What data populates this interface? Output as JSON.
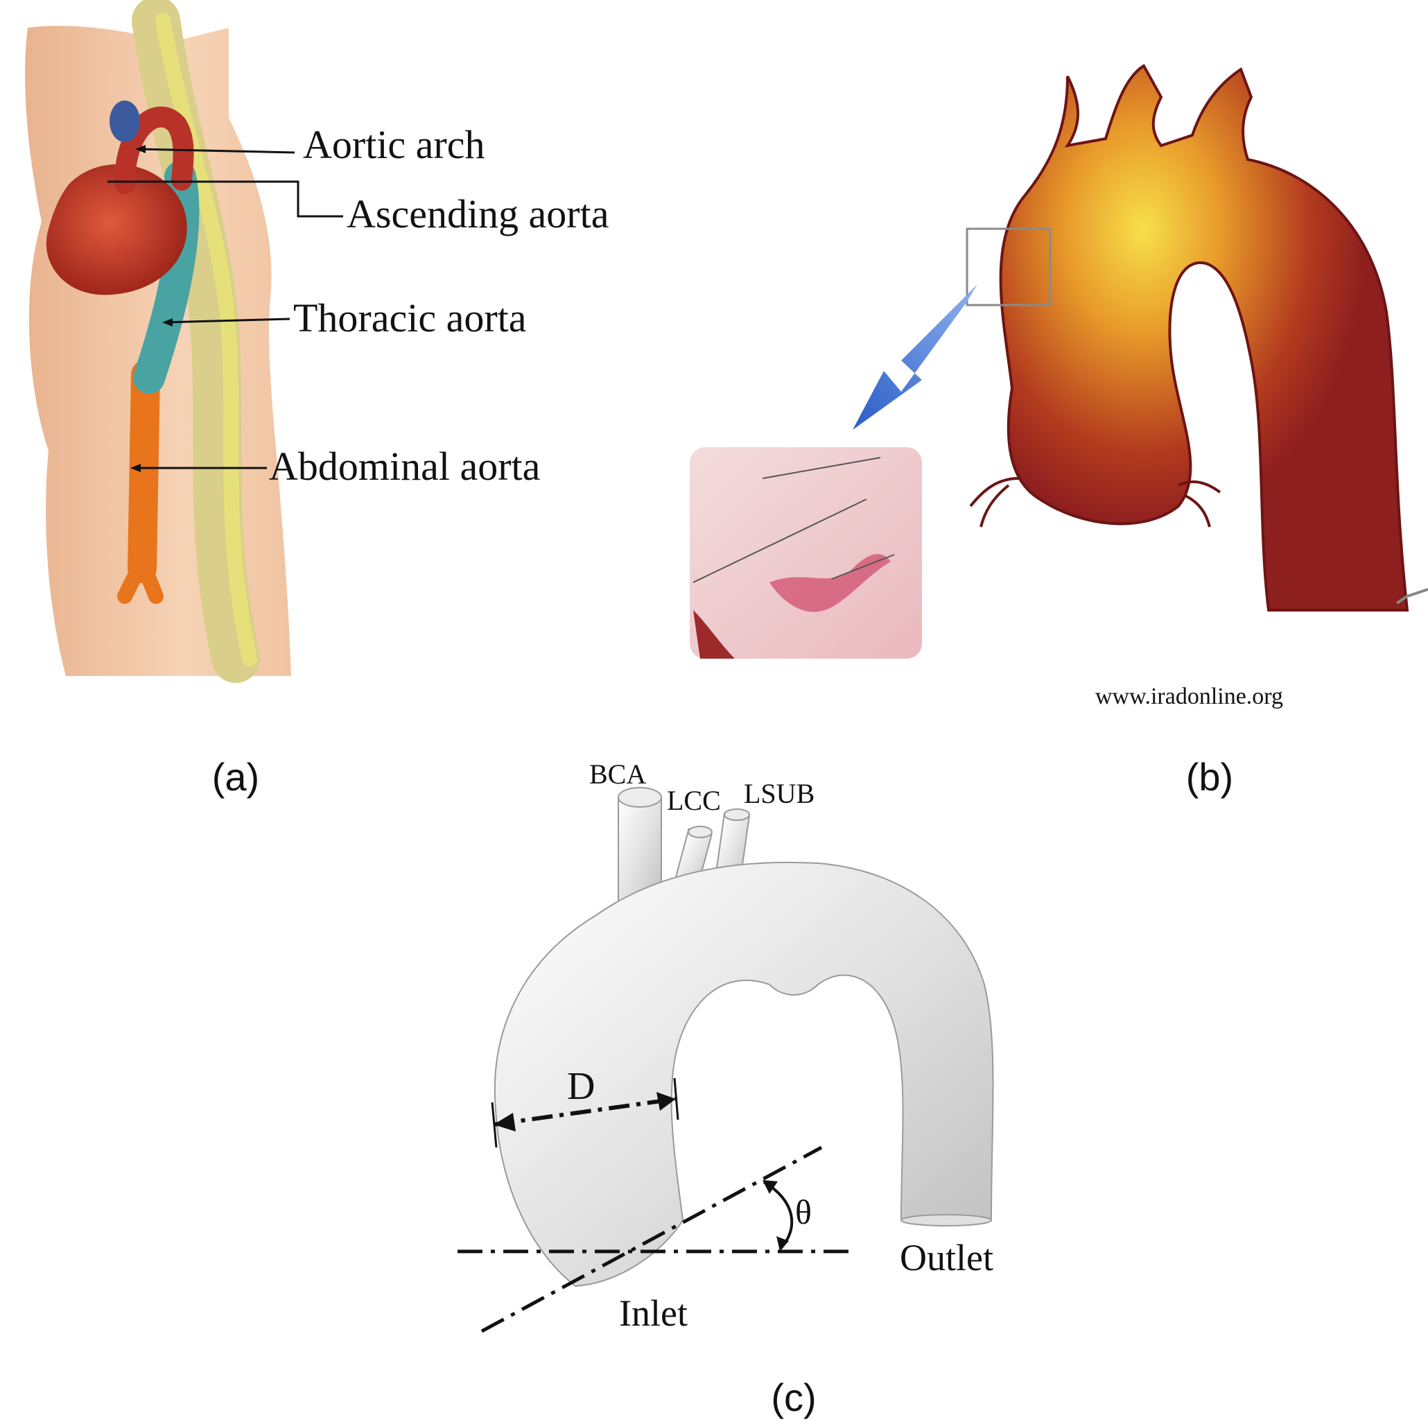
{
  "panel_a": {
    "caption": "(a)",
    "labels": {
      "aortic_arch": "Aortic arch",
      "ascending_aorta": "Ascending aorta",
      "thoracic_aorta": "Thoracic aorta",
      "abdominal_aorta": "Abdominal aorta"
    }
  },
  "panel_b": {
    "caption": "(b)",
    "watermark": "www.iradonline.org"
  },
  "panel_c": {
    "caption": "(c)",
    "labels": {
      "bca": "BCA",
      "lcc": "LCC",
      "lsub": "LSUB",
      "diameter": "D",
      "angle": "θ",
      "inlet": "Inlet",
      "outlet": "Outlet"
    }
  },
  "colors": {
    "skin": "#f3c9a6",
    "heart": "#c0392b",
    "thoracic_aorta": "#4aa3a3",
    "abdominal_aorta": "#e8741c",
    "spine": "#e6e07a",
    "aneurysm_red": "#8e1f1f",
    "aneurysm_yellow": "#f5d33a",
    "arrow_blue": "#3a6fd8",
    "model_gray": "#d9d9d9"
  }
}
